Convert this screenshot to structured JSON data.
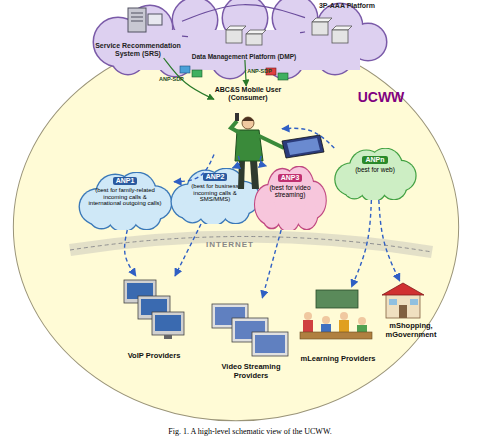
{
  "diagram": {
    "caption": "Fig. 1. A high-level schematic view of the UCWW.",
    "nodes": [
      {
        "text": [
          "3P-AAA Platform"
        ]
      },
      {
        "text": [
          "Service Recommendation System (SRS)"
        ]
      },
      {
        "text": [
          "Data Management Platform (DMP)"
        ]
      },
      {
        "text": [
          "UCWW"
        ]
      },
      {
        "text": [
          "ABC&S Mobile User (Consumer)"
        ],
        "in": 3
      },
      {
        "text": [
          "ANP1",
          "(best for family-related incoming calls & international outgoing calls)"
        ],
        "in": 3
      },
      {
        "text": [
          "ANP2",
          "(best for business incoming calls & SMS/MMS)"
        ],
        "in": 3
      },
      {
        "text": [
          "ANP3",
          "(best for video streaming)"
        ],
        "in": 3
      },
      {
        "text": [
          "ANPn",
          "(best for web)"
        ],
        "in": 3
      },
      {
        "text": [
          "VoIP Providers"
        ],
        "in": 3
      },
      {
        "text": [
          "Video Streaming Providers"
        ],
        "in": 3
      },
      {
        "text": [
          "mLearning Providers"
        ],
        "in": 3
      },
      {
        "text": [
          "mShopping, mGovernment"
        ],
        "in": 3
      }
    ],
    "edges": [
      {
        "from": 1,
        "to": 0,
        "arrow": "none"
      },
      {
        "from": 1,
        "to": 2,
        "arrow": "none"
      },
      {
        "from": 2,
        "to": 0,
        "arrow": "none"
      },
      {
        "from": 1,
        "to": 4,
        "arrow": "to",
        "label": "ANP-SDP"
      },
      {
        "from": 2,
        "to": 4,
        "arrow": "to",
        "label": "ANP-SDP"
      },
      {
        "from": 4,
        "to": 5,
        "arrow": "to"
      },
      {
        "from": 4,
        "to": 6,
        "arrow": "to"
      },
      {
        "from": 4,
        "to": 7,
        "arrow": "to"
      },
      {
        "from": 8,
        "to": 4,
        "arrow": "to"
      },
      {
        "from": 5,
        "to": 9,
        "arrow": "to"
      },
      {
        "from": 6,
        "to": 9,
        "arrow": "to"
      },
      {
        "from": 7,
        "to": 10,
        "arrow": "to"
      },
      {
        "from": 8,
        "to": 11,
        "arrow": "to"
      },
      {
        "from": 8,
        "to": 12,
        "arrow": "to"
      }
    ],
    "labels": [
      "INTERNET"
    ]
  }
}
